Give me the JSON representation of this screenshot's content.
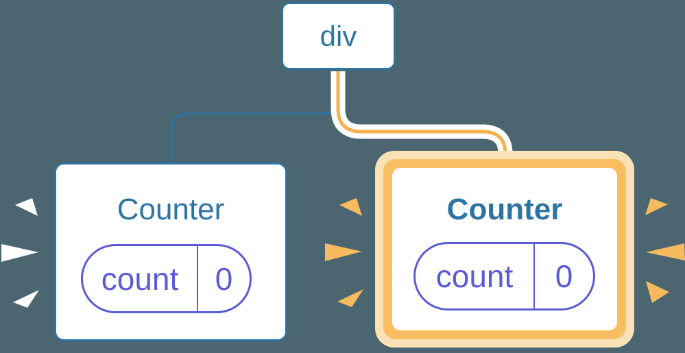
{
  "diagram": {
    "description": "React component tree: div root with two Counter children; right Counter highlighted as re-rendered with fresh state",
    "background_color": "#4C6671",
    "root": {
      "label": "div"
    },
    "children": [
      {
        "title": "Counter",
        "state_key": "count",
        "state_value": "0",
        "highlighted": false,
        "burst_color": "#FFFFFF"
      },
      {
        "title": "Counter",
        "state_key": "count",
        "state_value": "0",
        "highlighted": true,
        "burst_color": "#F8BA5E"
      }
    ],
    "colors": {
      "node_border_blue": "#2E74A2",
      "node_text_blue": "#2E74A2",
      "state_purple": "#5B5BD6",
      "highlight_ring_orange": "#F9BD62",
      "highlight_ring_cream": "#FBE2B6",
      "connector_orange": "#F5B14E",
      "connector_blue": "#2E74A2"
    }
  }
}
